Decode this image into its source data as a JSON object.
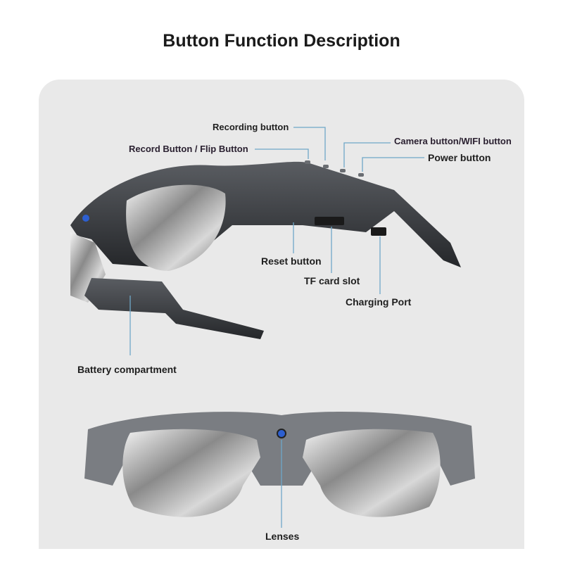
{
  "title": "Button Function Description",
  "labels": {
    "recording": "Recording button",
    "record_flip": "Record Button / Flip Button",
    "camera_wifi": "Camera button/WIFI button",
    "power": "Power button",
    "reset": "Reset button",
    "tf_card": "TF card slot",
    "charging": "Charging Port",
    "battery": "Battery compartment",
    "lenses": "Lenses"
  },
  "colors": {
    "leader": "#6fa8c8",
    "panel": "#e9e9e9",
    "frame": "#3a3d42"
  }
}
